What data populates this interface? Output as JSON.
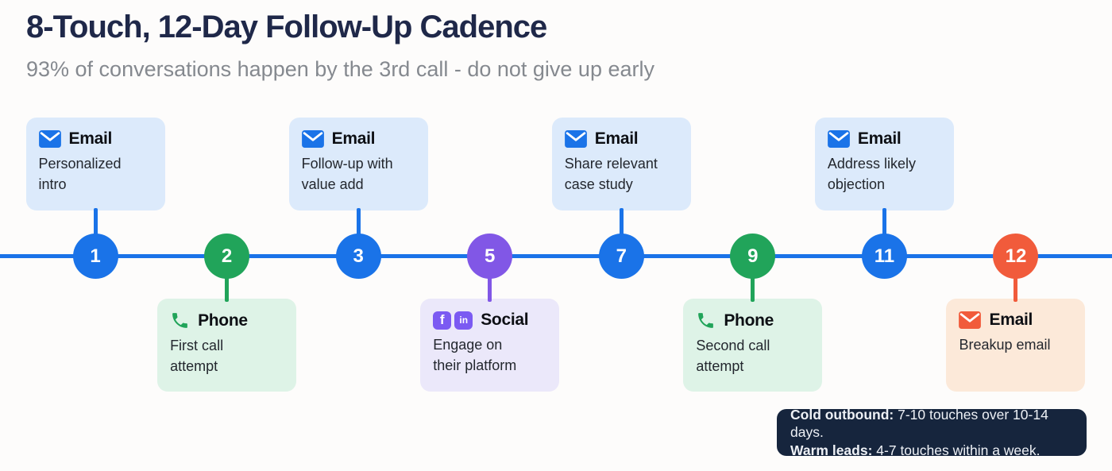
{
  "header": {
    "title": "8-Touch, 12-Day Follow-Up Cadence",
    "subtitle": "93% of conversations happen by the 3rd call - do not give up early"
  },
  "touches": [
    {
      "day": "1",
      "channel": "Email",
      "description": "Personalized\nintro",
      "icon": "email",
      "accent": "blue",
      "position": "above"
    },
    {
      "day": "2",
      "channel": "Phone",
      "description": "First call\nattempt",
      "icon": "phone",
      "accent": "green",
      "position": "below"
    },
    {
      "day": "3",
      "channel": "Email",
      "description": "Follow-up with\nvalue add",
      "icon": "email",
      "accent": "blue",
      "position": "above"
    },
    {
      "day": "5",
      "channel": "Social",
      "description": "Engage on\ntheir platform",
      "icon": "social",
      "accent": "purple",
      "position": "below"
    },
    {
      "day": "7",
      "channel": "Email",
      "description": "Share relevant\ncase study",
      "icon": "email",
      "accent": "blue",
      "position": "above"
    },
    {
      "day": "9",
      "channel": "Phone",
      "description": "Second call\nattempt",
      "icon": "phone",
      "accent": "green",
      "position": "below"
    },
    {
      "day": "11",
      "channel": "Email",
      "description": "Address likely\nobjection",
      "icon": "email",
      "accent": "blue",
      "position": "above"
    },
    {
      "day": "12",
      "channel": "Email",
      "description": "Breakup email",
      "icon": "email",
      "accent": "orange",
      "position": "below"
    }
  ],
  "footnote": {
    "line1_label": "Cold outbound:",
    "line1_text": " 7-10 touches over 10-14 days.",
    "line2_label": "Warm leads:",
    "line2_text": " 4-7 touches within a week."
  },
  "colors": {
    "timeline": "#1a73e8",
    "accents": {
      "blue": {
        "main": "#1a73e8",
        "card": "#dceafb"
      },
      "green": {
        "main": "#21a45a",
        "card": "#def3e7"
      },
      "purple": {
        "main": "#8157e6",
        "card": "#ebe8fa"
      },
      "orange": {
        "main": "#f15b3b",
        "card": "#fce9d9"
      }
    },
    "social_tile": "#7b5af2",
    "footnote_bg": "#16253d",
    "title_text": "#1f2849",
    "subtitle_text": "#85898f"
  }
}
